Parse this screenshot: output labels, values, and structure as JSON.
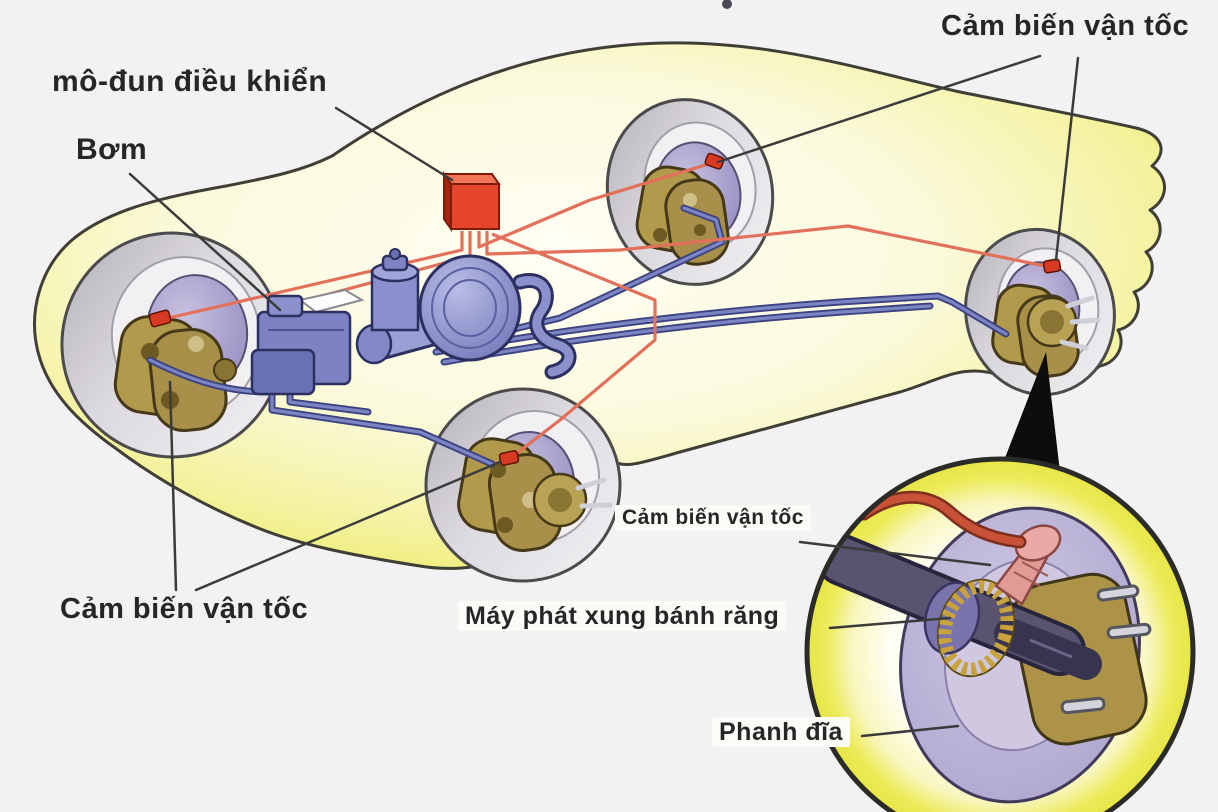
{
  "diagram": {
    "labels": {
      "control_module": "mô-đun điều khiển",
      "pump": "Bơm",
      "speed_sensor_top_right": "Cảm biến vận tốc",
      "speed_sensor_bottom_left": "Cảm biến vận tốc",
      "inset_speed_sensor": "Cảm biến vận tốc",
      "inset_pulse_generator": "Máy phát xung bánh răng",
      "inset_disc_brake": "Phanh đĩa"
    },
    "colors": {
      "background": "#f3f1f4",
      "car_body_yellow": "#ebe955",
      "control_module_red": "#e5452a",
      "hydraulics_blue": "#7c82c2",
      "brake_line_blue": "#3c4380",
      "sensor_wire_red": "#e2705a",
      "hub_gold": "#b09a4e",
      "disc_purple": "#9a92c2",
      "tire_gray": "#d6d3d8",
      "label_text": "#262626"
    }
  }
}
